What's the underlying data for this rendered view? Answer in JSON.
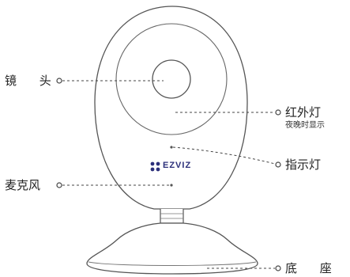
{
  "labels": {
    "lens": "镜 头",
    "ir_light": "红外灯",
    "ir_light_note": "夜晚时显示",
    "indicator": "指示灯",
    "microphone": "麦克风",
    "base": "底 座"
  },
  "brand": {
    "name": "EZVIZ"
  },
  "colors": {
    "outline": "#555555",
    "leader": "#444444",
    "brand": "#2b2f7a",
    "text": "#222222"
  }
}
